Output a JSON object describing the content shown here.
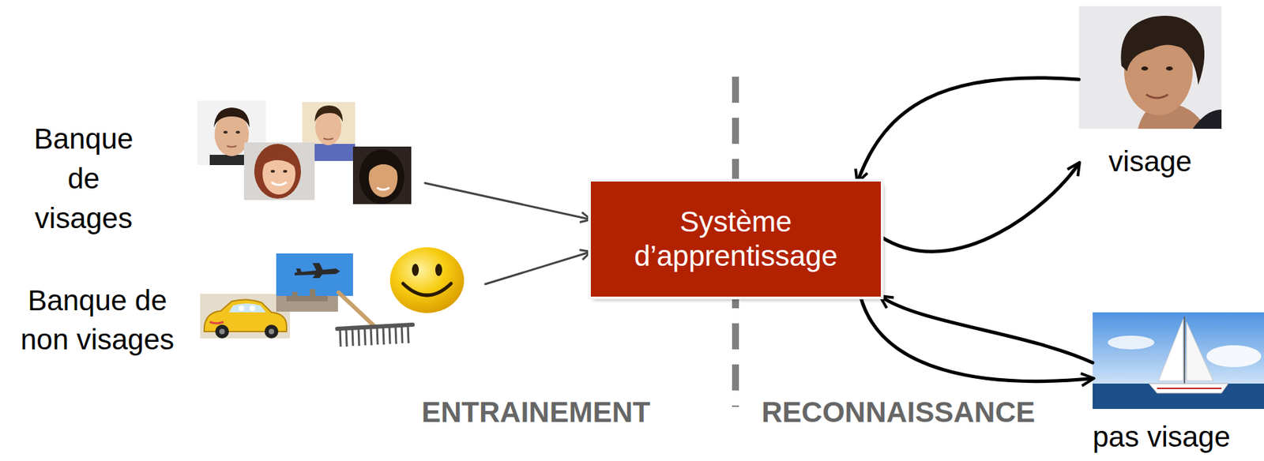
{
  "diagram": {
    "nodes": [
      {
        "text": [
          "Banque de visages"
        ]
      },
      {
        "text": [
          "Banque de non visages"
        ]
      },
      {
        "text": [
          "Système d’apprentissage"
        ]
      },
      {
        "text": [
          "visage"
        ]
      },
      {
        "text": [
          "pas visage"
        ]
      }
    ],
    "edges": [
      {
        "from": 0,
        "to": 2,
        "arrow": "to"
      },
      {
        "from": 1,
        "to": 2,
        "arrow": "to"
      },
      {
        "from": 3,
        "to": 2,
        "arrow": "to"
      },
      {
        "from": 2,
        "to": 3,
        "arrow": "to"
      },
      {
        "from": 2,
        "to": 4,
        "arrow": "to"
      },
      {
        "from": 4,
        "to": 2,
        "arrow": "to"
      }
    ],
    "labels": [
      "ENTRAINEMENT",
      "RECONNAISSANCE"
    ]
  }
}
